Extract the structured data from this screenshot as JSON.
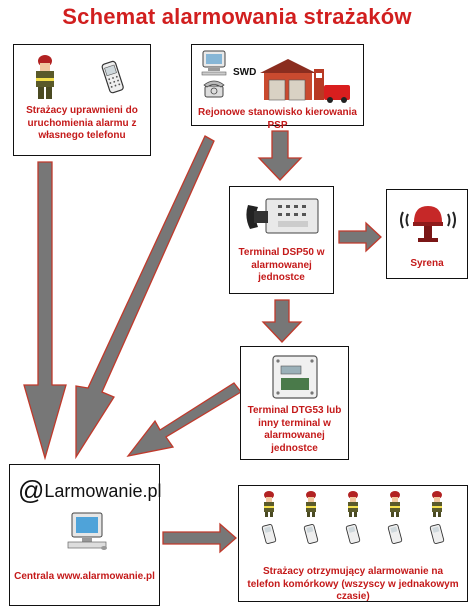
{
  "title": "Schemat alarmowania strażaków",
  "nodes": {
    "firefighters_authorized": "Strażacy uprawnieni do uruchomienia alarmu z własnego telefonu",
    "dispatch": {
      "caption": "Rejonowe stanowisko kierowania PSP",
      "swd_label": "SWD"
    },
    "terminal_dsp50": "Terminal DSP50 w alarmowanej jednostce",
    "siren": "Syrena",
    "terminal_dtg53": "Terminal DTG53 lub inny terminal w alarmowanej jednostce",
    "central": {
      "brand": "Larmowanie.pl",
      "caption": "Centrala www.alarmowanie.pl"
    },
    "firefighters_receiving": "Strażacy otrzymujący alarmowanie na telefon komórkowy (wszyscy w jednakowym czasie)"
  },
  "colors": {
    "title": "#d11f1f",
    "caption": "#c41a1a",
    "arrow_fill": "#777777",
    "arrow_stroke": "#c0392b"
  }
}
